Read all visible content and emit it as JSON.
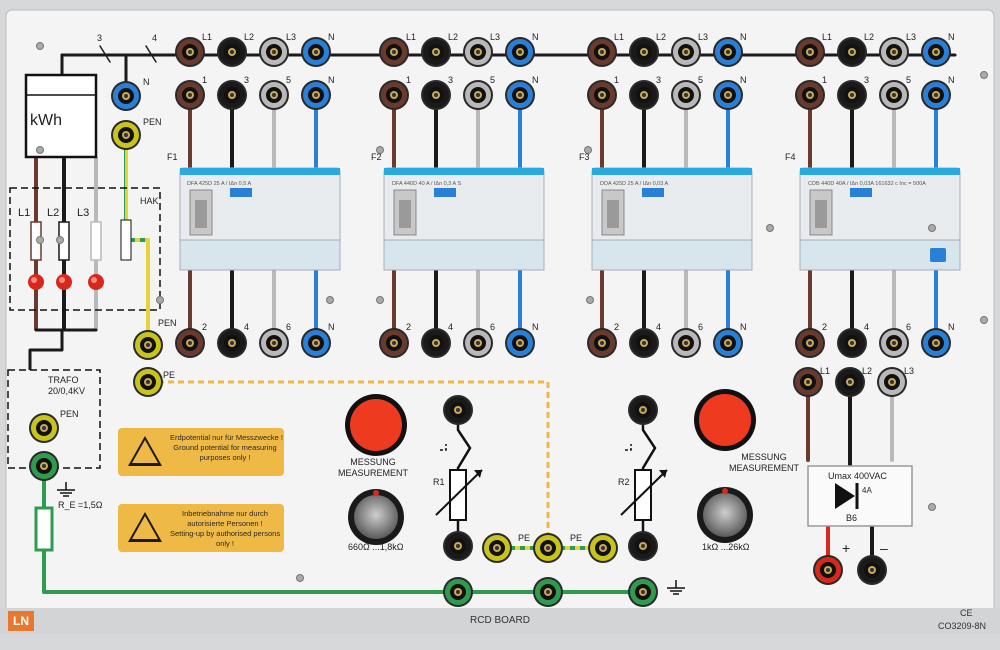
{
  "board": {
    "title": "RCD BOARD",
    "model": "CO3209-8N",
    "logo": "LN",
    "ce_mark": "CE"
  },
  "meter": {
    "label": "kWh",
    "wire_count_a": "3",
    "wire_count_b": "4"
  },
  "hak": {
    "label": "HAK",
    "fuses": [
      "L1",
      "L2",
      "L3"
    ]
  },
  "trafo": {
    "label": "TRAFO\n20/0,4KV",
    "pen": "PEN",
    "earth_resistance": "R_E =1,5Ω"
  },
  "pe_labels": {
    "pen_top": "PEN",
    "pen_mid": "PEN",
    "pe": "PE",
    "pe_a": "PE",
    "pe_b": "PE",
    "n_top": "N"
  },
  "breakers": [
    {
      "id": "F1",
      "bus": [
        "L1",
        "L2",
        "L3",
        "N"
      ],
      "inputs": [
        "1",
        "3",
        "5",
        "N"
      ],
      "outputs": [
        "2",
        "4",
        "6",
        "N"
      ],
      "text": "DFA 425D   25 A / IΔn 0,5 A"
    },
    {
      "id": "F2",
      "bus": [
        "L1",
        "L2",
        "L3",
        "N"
      ],
      "inputs": [
        "1",
        "3",
        "5",
        "N"
      ],
      "outputs": [
        "2",
        "4",
        "6",
        "N"
      ],
      "text": "DFA 440D   40 A / IΔn 0,3 A S"
    },
    {
      "id": "F3",
      "bus": [
        "L1",
        "L2",
        "L3",
        "N"
      ],
      "inputs": [
        "1",
        "3",
        "5",
        "N"
      ],
      "outputs": [
        "2",
        "4",
        "6",
        "N"
      ],
      "text": "DDA 425D   25 A / IΔn 0,03 A"
    },
    {
      "id": "F4",
      "bus": [
        "L1",
        "L2",
        "L3",
        "N"
      ],
      "inputs": [
        "1",
        "3",
        "5",
        "N"
      ],
      "outputs": [
        "2",
        "4",
        "6",
        "N"
      ],
      "text": "CDB 440D   40A / IΔn 0,03A   161632 c   Inc = 500A"
    }
  ],
  "rectifier": {
    "inputs": [
      "L1",
      "L2",
      "L3"
    ],
    "umax": "Umax 400VAC",
    "current": "4A",
    "type": "B6",
    "plus": "+",
    "minus": "–"
  },
  "measurements": [
    {
      "label": "MESSUNG\nMEASUREMENT",
      "resistor": "R1",
      "range": "660Ω ...1,8kΩ"
    },
    {
      "label": "MESSUNG\nMEASUREMENT",
      "resistor": "R2",
      "range": "1kΩ ...26kΩ"
    }
  ],
  "warnings": [
    {
      "text": "Erdpotential nur für Messzwecke !\nGround potential for measuring\npurposes only !"
    },
    {
      "text": "Inbetriebnahme nur durch\nautorisierte Personen !\nSetting-up by authorised persons\nonly !"
    }
  ],
  "colors": {
    "brown": "#6b3a2e",
    "black": "#1a1a1a",
    "grey": "#b9b9b9",
    "blue": "#2a7fd6",
    "green_yellow": "#c9c41b",
    "green": "#2e9b4e",
    "red": "#d8281c",
    "red_button": "#ee3a1f",
    "warning": "#efb946",
    "panel": "#f4f4f4"
  }
}
